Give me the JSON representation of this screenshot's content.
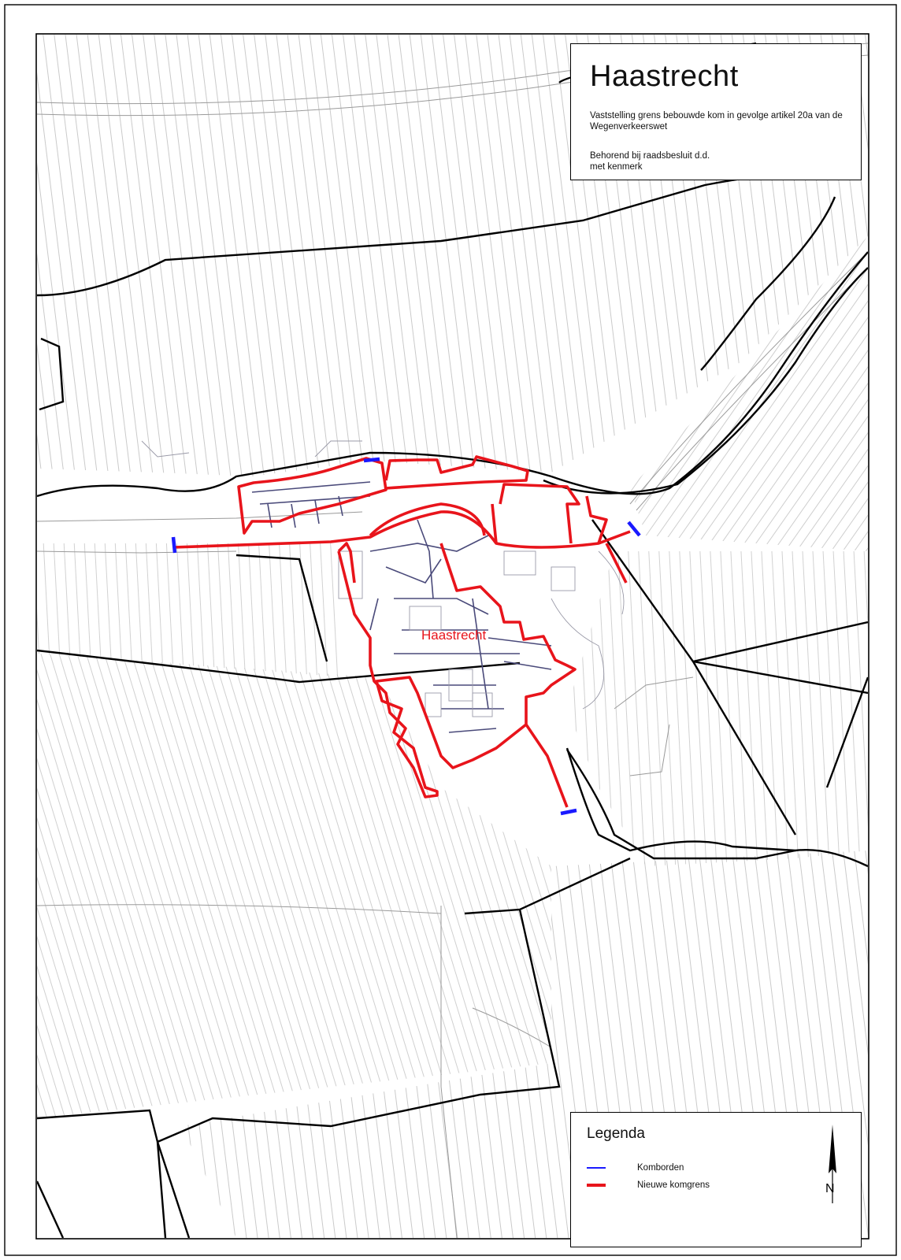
{
  "title_block": {
    "title": "Haastrecht",
    "description": "Vaststelling  grens  bebouwde kom   in  gevolge  artikel 20a van  de  Wegenverkeerswet",
    "decision_line1": "Behorend  bij raadsbesluit d.d.",
    "decision_line2": "met kenmerk"
  },
  "map": {
    "place_label": "Haastrecht"
  },
  "legend": {
    "title": "Legenda",
    "items": [
      {
        "label": "Komborden",
        "color": "#1a1aff",
        "icon": "blue-line"
      },
      {
        "label": "Nieuwe  komgrens",
        "color": "#e8141b",
        "icon": "red-line"
      }
    ],
    "north_letter": "N"
  },
  "colors": {
    "boundary": "#e8141b",
    "signs": "#1a1aff",
    "roads": "#000000",
    "ditches": "#b0b0b0"
  }
}
